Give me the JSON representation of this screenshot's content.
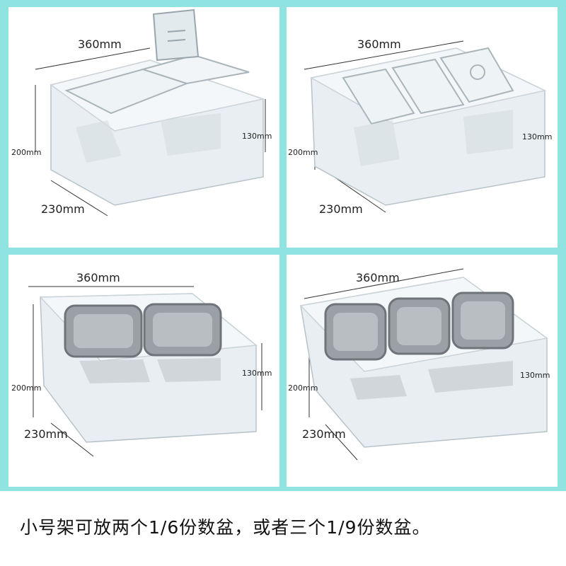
{
  "panels": [
    {
      "variant": "two clear lidded pans",
      "width_label": "360mm",
      "height_label": "200mm",
      "inner_height_label": "130mm",
      "depth_label": "230mm"
    },
    {
      "variant": "three clear lidded pans",
      "width_label": "360mm",
      "height_label": "200mm",
      "inner_height_label": "130mm",
      "depth_label": "230mm"
    },
    {
      "variant": "two stainless steel pans",
      "width_label": "360mm",
      "height_label": "200mm",
      "inner_height_label": "130mm",
      "depth_label": "230mm"
    },
    {
      "variant": "three stainless steel pans",
      "width_label": "360mm",
      "height_label": "200mm",
      "inner_height_label": "130mm",
      "depth_label": "230mm"
    }
  ],
  "caption": "小号架可放两个1/6份数盆，或者三个1/9份数盆。",
  "colors": {
    "grid_background": "#8fe3e0",
    "panel_background": "#ffffff",
    "steel": "#8a8f94",
    "clear_plastic": "#dfe6ea"
  }
}
